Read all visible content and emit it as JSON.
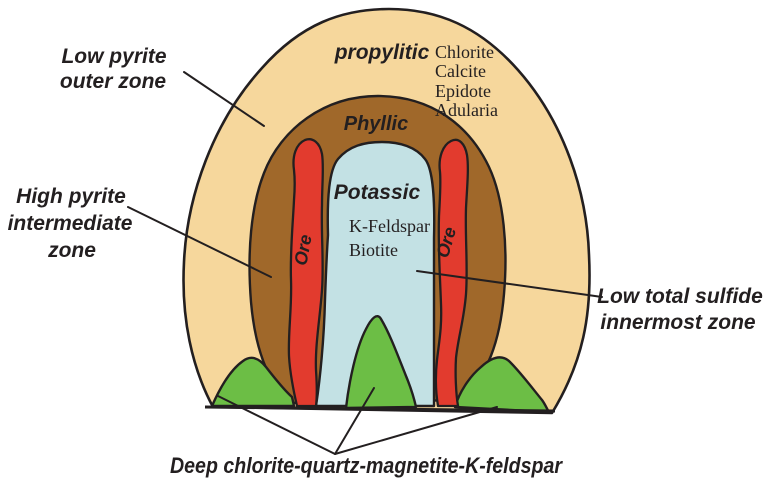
{
  "figure": {
    "type": "hydrothermal-alteration-zones-diagram",
    "background": "#ffffff",
    "outline_color": "#231f20",
    "zones": {
      "propylitic": {
        "label": "propylitic",
        "color": "#f6d79c",
        "minerals": [
          "Chlorite",
          "Calcite",
          "Epidote",
          "Adularia"
        ]
      },
      "phyllic": {
        "label": "Phyllic",
        "color": "#a0682a"
      },
      "potassic": {
        "label": "Potassic",
        "color": "#c3e1e4",
        "minerals": [
          "K-Feldspar",
          "Biotite"
        ]
      },
      "ore": {
        "label": "Ore",
        "color": "#e23b2e"
      },
      "deep_chlorite": {
        "color": "#6cbe45"
      }
    },
    "annotations": {
      "low_pyrite": {
        "line1": "Low pyrite",
        "line2": "outer zone"
      },
      "high_pyrite": {
        "line1": "High pyrite",
        "line2": "intermediate",
        "line3": "zone"
      },
      "low_sulfide": {
        "line1": "Low total sulfide",
        "line2": "innermost zone"
      },
      "deep": {
        "line1": "Deep chlorite-quartz-magnetite-K-feldspar"
      }
    }
  }
}
